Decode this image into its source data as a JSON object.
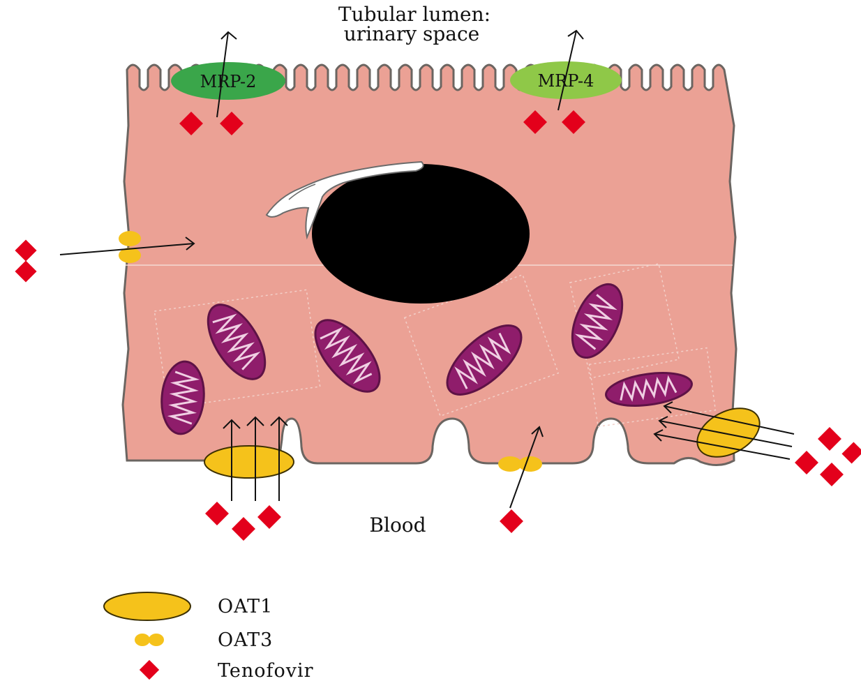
{
  "labels": {
    "lumen_line1": "Tubular lumen:",
    "lumen_line2": "urinary space",
    "blood": "Blood",
    "mrp2": "MRP-2",
    "mrp4": "MRP-4"
  },
  "legend": {
    "oat1": "OAT1",
    "oat3": "OAT3",
    "tenofovir": "Tenofovir"
  },
  "colors": {
    "cell": "#eba195",
    "cell_outline": "#6b6561",
    "nucleus": "#000000",
    "mitochondria": "#8f1d6b",
    "mrp2": "#3aa64a",
    "mrp4": "#8fc848",
    "oat": "#f5c21b",
    "tenofovir": "#e3001b"
  }
}
